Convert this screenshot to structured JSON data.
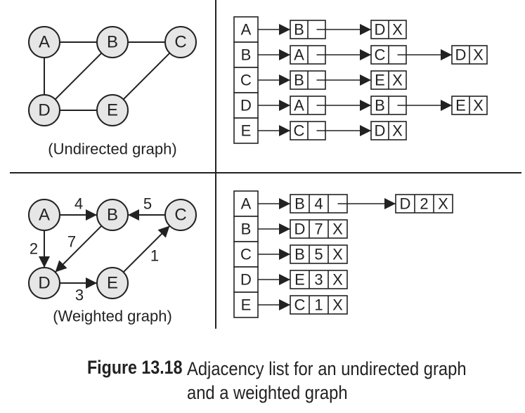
{
  "undirected": {
    "caption": "(Undirected graph)",
    "nodes": [
      {
        "id": "A",
        "label": "A"
      },
      {
        "id": "B",
        "label": "B"
      },
      {
        "id": "C",
        "label": "C"
      },
      {
        "id": "D",
        "label": "D"
      },
      {
        "id": "E",
        "label": "E"
      }
    ],
    "edges": [
      [
        "A",
        "B"
      ],
      [
        "B",
        "C"
      ],
      [
        "A",
        "D"
      ],
      [
        "B",
        "D"
      ],
      [
        "C",
        "E"
      ],
      [
        "D",
        "E"
      ]
    ],
    "adjacency": [
      {
        "head": "A",
        "cells": [
          [
            "B"
          ],
          [
            "D"
          ]
        ]
      },
      {
        "head": "B",
        "cells": [
          [
            "A"
          ],
          [
            "C"
          ],
          [
            "D"
          ]
        ]
      },
      {
        "head": "C",
        "cells": [
          [
            "B"
          ],
          [
            "E"
          ]
        ]
      },
      {
        "head": "D",
        "cells": [
          [
            "A"
          ],
          [
            "B"
          ],
          [
            "E"
          ]
        ]
      },
      {
        "head": "E",
        "cells": [
          [
            "C"
          ],
          [
            "D"
          ]
        ]
      }
    ]
  },
  "weighted": {
    "caption": "(Weighted graph)",
    "nodes": [
      {
        "id": "A",
        "label": "A"
      },
      {
        "id": "B",
        "label": "B"
      },
      {
        "id": "C",
        "label": "C"
      },
      {
        "id": "D",
        "label": "D"
      },
      {
        "id": "E",
        "label": "E"
      }
    ],
    "edges": [
      {
        "from": "A",
        "to": "B",
        "weight": "4"
      },
      {
        "from": "C",
        "to": "B",
        "weight": "5"
      },
      {
        "from": "A",
        "to": "D",
        "weight": "2"
      },
      {
        "from": "B",
        "to": "D",
        "weight": "7"
      },
      {
        "from": "D",
        "to": "E",
        "weight": "3"
      },
      {
        "from": "E",
        "to": "C",
        "weight": "1"
      }
    ],
    "adjacency": [
      {
        "head": "A",
        "cells": [
          [
            "B",
            "4"
          ],
          [
            "D",
            "2"
          ]
        ]
      },
      {
        "head": "B",
        "cells": [
          [
            "D",
            "7"
          ]
        ]
      },
      {
        "head": "C",
        "cells": [
          [
            "B",
            "5"
          ]
        ]
      },
      {
        "head": "D",
        "cells": [
          [
            "E",
            "3"
          ]
        ]
      },
      {
        "head": "E",
        "cells": [
          [
            "C",
            "1"
          ]
        ]
      }
    ]
  },
  "null_marker": "X",
  "figure": {
    "label": "Figure 13.18",
    "title_line1": "Adjacency list for an undirected graph",
    "title_line2": "and a weighted graph"
  },
  "colors": {
    "node_fill": "#e6e6e6",
    "stroke": "#222222",
    "background": "#ffffff"
  }
}
